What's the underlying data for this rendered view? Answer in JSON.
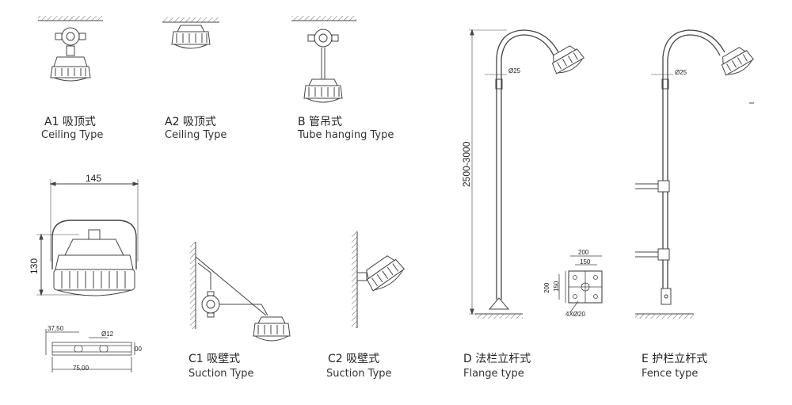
{
  "variants": [
    {
      "code": "A1 吸顶式",
      "name": "Ceiling  Type"
    },
    {
      "code": "A2 吸顶式",
      "name": "Ceiling  Type"
    },
    {
      "code": "B 管吊式",
      "name": "Tube hanging Type"
    },
    {
      "code": "C1 吸壁式",
      "name": "Suction Type"
    },
    {
      "code": "C2 吸壁式",
      "name": "Suction Type"
    },
    {
      "code": "D 法栏立杆式",
      "name": "Flange type"
    },
    {
      "code": "E 护栏立杆式",
      "name": "Fence type"
    }
  ],
  "dimensions": {
    "lamp_width": "145",
    "lamp_height": "130",
    "pole_height": "2500-3000",
    "pole_dia_d": "Ø25",
    "pole_dia_e": "Ø25",
    "flange_outer": "200",
    "flange_inner": "150",
    "flange_outer_v": "200",
    "flange_inner_v": "150",
    "flange_holes": "4XØ20",
    "bracket_a": "37,50",
    "bracket_b": "Ø12",
    "bracket_c": "75,00",
    "bracket_d": "00"
  },
  "colors": {
    "line": "#444444",
    "hatch": "#666666",
    "text": "#222222"
  }
}
